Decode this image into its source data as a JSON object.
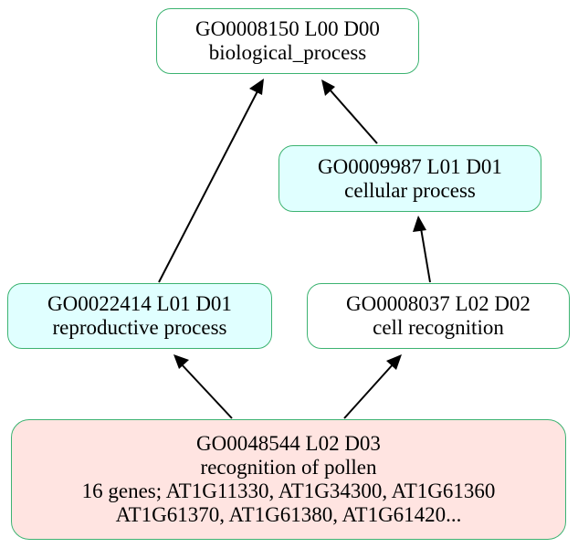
{
  "colors": {
    "border": "#3cb371",
    "white_fill": "#ffffff",
    "cyan_fill": "#e0ffff",
    "pink_fill": "#ffe4e1",
    "edge": "#000000"
  },
  "nodes": {
    "biological_process": {
      "id_line": "GO0008150 L00 D00",
      "name": "biological_process",
      "fill": "#ffffff"
    },
    "cellular_process": {
      "id_line": "GO0009987 L01 D01",
      "name": "cellular process",
      "fill": "#e0ffff"
    },
    "reproductive_process": {
      "id_line": "GO0022414 L01 D01",
      "name": "reproductive process",
      "fill": "#e0ffff"
    },
    "cell_recognition": {
      "id_line": "GO0008037 L02 D02",
      "name": "cell recognition",
      "fill": "#ffffff"
    },
    "recognition_of_pollen": {
      "id_line": "GO0048544 L02 D03",
      "name": "recognition of pollen",
      "genes_line1": "16 genes; AT1G11330, AT1G34300, AT1G61360",
      "genes_line2": "AT1G61370, AT1G61380, AT1G61420...",
      "fill": "#ffe4e1"
    }
  },
  "edges": [
    {
      "from": "recognition_of_pollen",
      "to": "reproductive_process"
    },
    {
      "from": "recognition_of_pollen",
      "to": "cell_recognition"
    },
    {
      "from": "reproductive_process",
      "to": "biological_process"
    },
    {
      "from": "cell_recognition",
      "to": "cellular_process"
    },
    {
      "from": "cellular_process",
      "to": "biological_process"
    }
  ]
}
